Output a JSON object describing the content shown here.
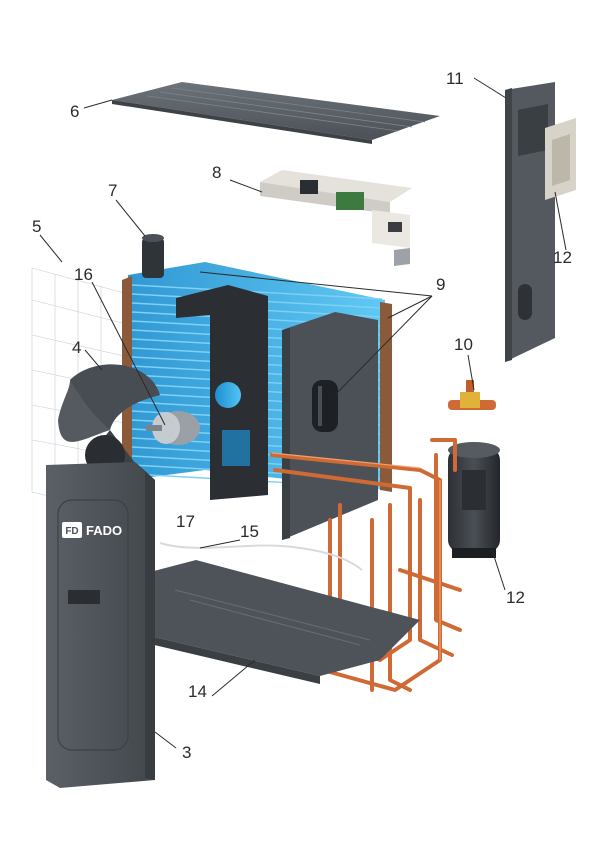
{
  "brand": {
    "logo_mark": "FD",
    "name": "FADO"
  },
  "callouts": [
    {
      "id": "c1",
      "label": "3"
    },
    {
      "id": "c2",
      "label": "4"
    },
    {
      "id": "c3",
      "label": "5"
    },
    {
      "id": "c4",
      "label": "6"
    },
    {
      "id": "c5",
      "label": "7"
    },
    {
      "id": "c6",
      "label": "8"
    },
    {
      "id": "c7",
      "label": "9"
    },
    {
      "id": "c8",
      "label": "10"
    },
    {
      "id": "c9",
      "label": "11"
    },
    {
      "id": "c10",
      "label": "12"
    },
    {
      "id": "c11",
      "label": "12"
    },
    {
      "id": "c12",
      "label": "14"
    },
    {
      "id": "c13",
      "label": "15"
    },
    {
      "id": "c14",
      "label": "16"
    },
    {
      "id": "c15",
      "label": "17"
    }
  ],
  "colors": {
    "panel": "#4d5359",
    "coil": "#29a9e6",
    "copper": "#d06a34",
    "background": "#ffffff"
  }
}
